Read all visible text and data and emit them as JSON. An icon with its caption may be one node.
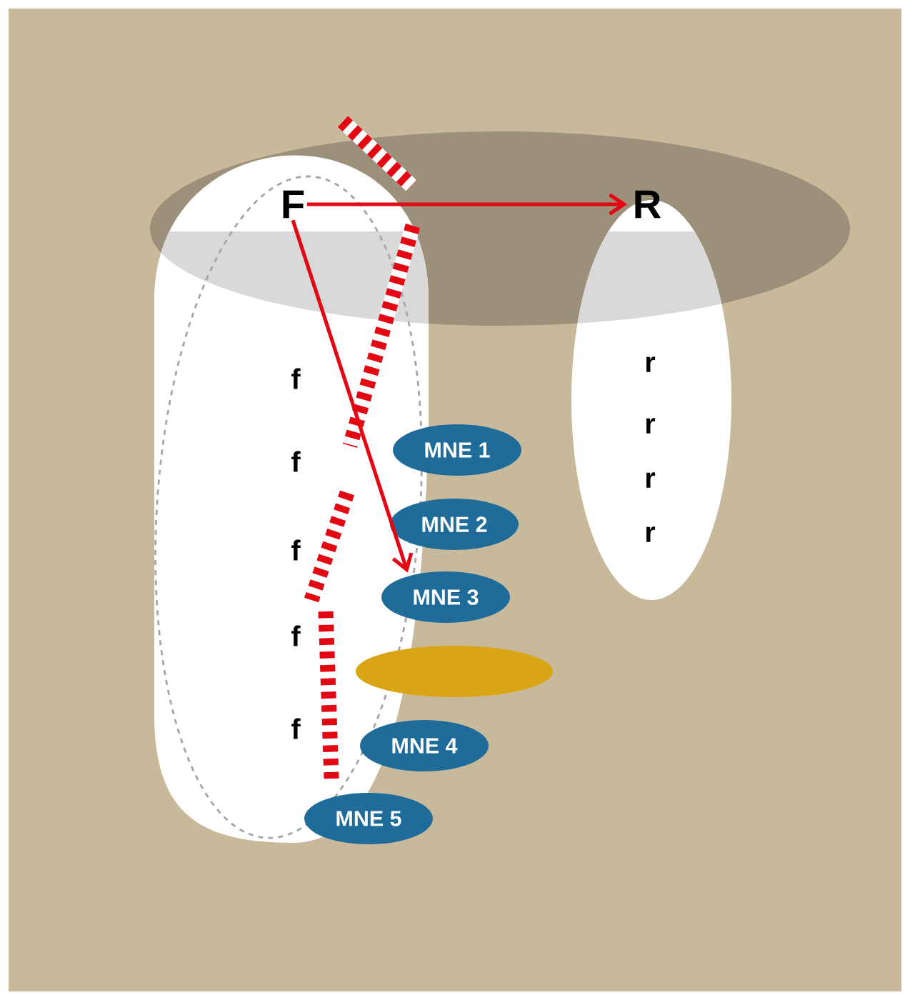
{
  "diagram": {
    "nodes": [
      {
        "text": [
          "f",
          "f",
          "f",
          "f",
          "f"
        ]
      },
      {
        "text": [
          "F"
        ],
        "in": 0
      },
      {
        "text": [
          "r",
          "r",
          "r",
          "r"
        ]
      },
      {
        "text": [
          "R"
        ],
        "in": 2
      },
      {
        "text": [
          "MNE 1"
        ]
      },
      {
        "text": [
          "MNE 2"
        ]
      },
      {
        "text": [
          "MNE 3"
        ]
      },
      {
        "text": [],
        "shape": "ellipse"
      },
      {
        "text": [
          "MNE 4"
        ]
      },
      {
        "text": [
          "MNE 5"
        ]
      }
    ],
    "edges": [
      {
        "from": 1,
        "to": 3,
        "arrow": "to"
      },
      {
        "from": 1,
        "to": 6,
        "arrow": "to"
      }
    ]
  }
}
